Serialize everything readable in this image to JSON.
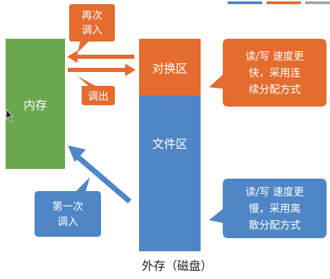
{
  "colors": {
    "memory_green": "#6aa84f",
    "orange": "#e46c2e",
    "blue": "#4f86c6",
    "bar_gray": "#a6a6a6"
  },
  "memory": {
    "label": "内存"
  },
  "swap_area": {
    "label": "对换区"
  },
  "file_area": {
    "label": "文件区"
  },
  "external_storage": {
    "label": "外存（磁盘）"
  },
  "callouts": {
    "recall_in": {
      "line1": "再次",
      "line2": "调入"
    },
    "swap_out": {
      "label": "调出"
    },
    "first_in": {
      "line1": "第一次",
      "line2": "调入"
    },
    "swap_note": {
      "line1": "读/写 速度更",
      "line2": "快，采用连",
      "line3": "续分配方式"
    },
    "file_note": {
      "line1": "读/写 速度更",
      "line2": "慢，采用离",
      "line3": "散分配方式"
    }
  },
  "icons": {
    "arrow_left": "arrow-left-icon",
    "arrow_right": "arrow-right-icon",
    "arrow_up_left": "arrow-up-left-icon"
  }
}
